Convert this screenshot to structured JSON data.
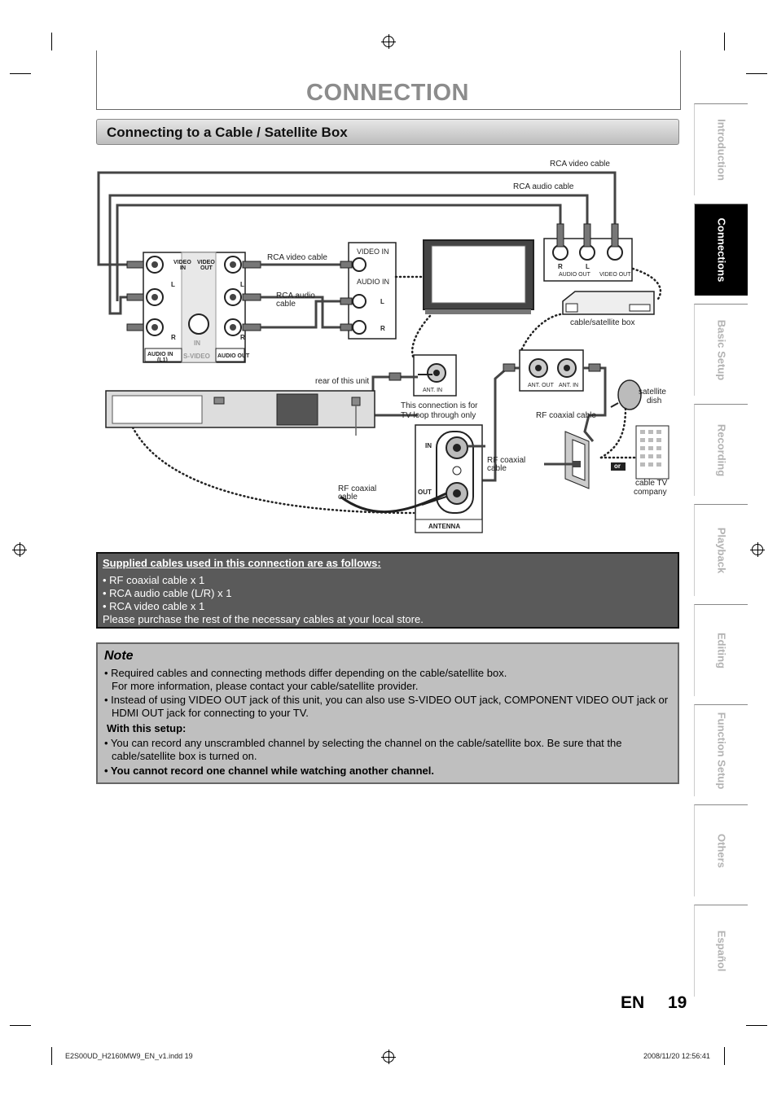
{
  "page": {
    "title": "CONNECTION",
    "section_title": "Connecting to a Cable / Satellite Box",
    "page_lang": "EN",
    "page_number": "19"
  },
  "diagram": {
    "labels": {
      "rca_video_cable_top": "RCA video cable",
      "rca_audio_cable_top": "RCA audio  cable",
      "rca_video_cable_mid": "RCA video cable",
      "rca_audio_cable_mid_1": "RCA audio",
      "rca_audio_cable_mid_2": "cable",
      "tv_video_in": "VIDEO IN",
      "tv_audio_in": "AUDIO IN",
      "tv_l": "L",
      "tv_r": "R",
      "box_r": "R",
      "box_l": "L",
      "box_audio_out": "AUDIO OUT",
      "box_video_out": "VIDEO OUT",
      "cable_satellite_box": "cable/satellite box",
      "unit_video_in_1": "VIDEO",
      "unit_video_in_2": "IN",
      "unit_video_out_1": "VIDEO",
      "unit_video_out_2": "OUT",
      "unit_l_left": "L",
      "unit_l_right": "L",
      "unit_r_left": "R",
      "unit_r_right": "R",
      "unit_in": "IN",
      "unit_audio_in_1": "AUDIO IN",
      "unit_audio_in_2": "(L1)",
      "unit_s_video": "S-VIDEO",
      "unit_audio_out": "AUDIO OUT",
      "rear_of_unit": "rear of this unit",
      "ant_in_tv": "ANT. IN",
      "loop_note_1": "This connection is for",
      "loop_note_2": "TV loop through only",
      "ant_out": "ANT. OUT",
      "ant_in_box": "ANT. IN",
      "rf_coaxial_cable_right": "RF coaxial cable",
      "satellite_dish_1": "satellite",
      "satellite_dish_2": "dish",
      "or": "or",
      "cable_tv_company_1": "cable TV",
      "cable_tv_company_2": "company",
      "antenna_in": "IN",
      "antenna_out": "OUT",
      "antenna": "ANTENNA",
      "rf_coaxial_a_1": "RF coaxial",
      "rf_coaxial_a_2": "cable",
      "rf_coaxial_b_1": "RF coaxial",
      "rf_coaxial_b_2": "cable"
    }
  },
  "supplied": {
    "heading": "Supplied cables used in this connection are as follows:",
    "items": [
      "• RF coaxial cable x 1",
      "• RCA audio cable (L/R) x 1",
      "• RCA video cable x 1",
      "Please purchase the rest of the necessary cables at your local store."
    ]
  },
  "note": {
    "title": "Note",
    "b1_line1": "•  Required cables and connecting methods differ depending on the cable/satellite box.",
    "b1_line2": "For more information, please contact your cable/satellite provider.",
    "b2_line1": "•  Instead of using VIDEO OUT jack of this unit, you can also use S-VIDEO OUT jack, COMPONENT VIDEO OUT jack or",
    "b2_line2": "HDMI OUT jack for connecting to your TV.",
    "setup_heading": "With this setup:",
    "b3_line1": "•  You can record any unscrambled channel by selecting the channel on the cable/satellite box. Be sure that the",
    "b3_line2": "cable/satellite box is turned on.",
    "b4": "• You cannot record one channel while watching another channel."
  },
  "tabs": [
    {
      "label": "Introduction",
      "active": false
    },
    {
      "label": "Connections",
      "active": true
    },
    {
      "label": "Basic Setup",
      "active": false
    },
    {
      "label": "Recording",
      "active": false
    },
    {
      "label": "Playback",
      "active": false
    },
    {
      "label": "Editing",
      "active": false
    },
    {
      "label": "Function Setup",
      "active": false
    },
    {
      "label": "Others",
      "active": false
    },
    {
      "label": "Español",
      "active": false
    }
  ],
  "footer": {
    "left": "E2S00UD_H2160MW9_EN_v1.indd   19",
    "right": "2008/11/20   12:56:41"
  }
}
